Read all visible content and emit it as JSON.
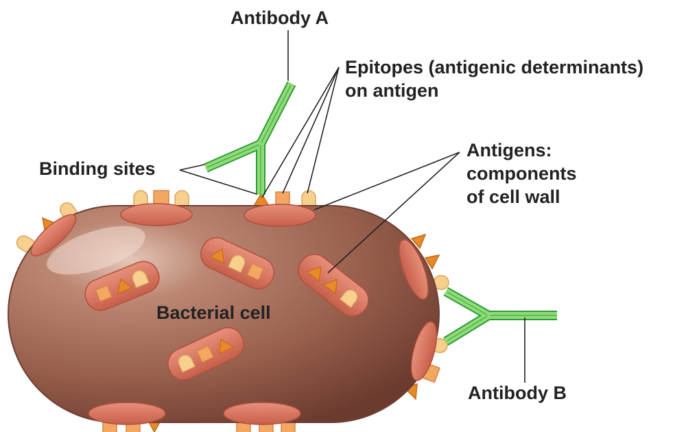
{
  "labels": {
    "antibody_a": "Antibody A",
    "epitopes_line1": "Epitopes (antigenic determinants)",
    "epitopes_line2": "on antigen",
    "binding_sites": "Binding sites",
    "antigens_line1": "Antigens:",
    "antigens_line2": "components",
    "antigens_line3": "of cell wall",
    "bacterial_cell": "Bacterial cell",
    "antibody_b": "Antibody B"
  },
  "colors": {
    "cell_body": "#9a6450",
    "cell_highlight": "#d7b3a3",
    "cell_outline": "#6e3f33",
    "antigen_patch": "#d9735f",
    "epitope_square": "#f2a863",
    "epitope_triangle": "#e8892a",
    "epitope_round": "#f7d08e",
    "antibody_fill": "#7fd36e",
    "antibody_edge": "#2f9a35",
    "leader_line": "#222222"
  }
}
